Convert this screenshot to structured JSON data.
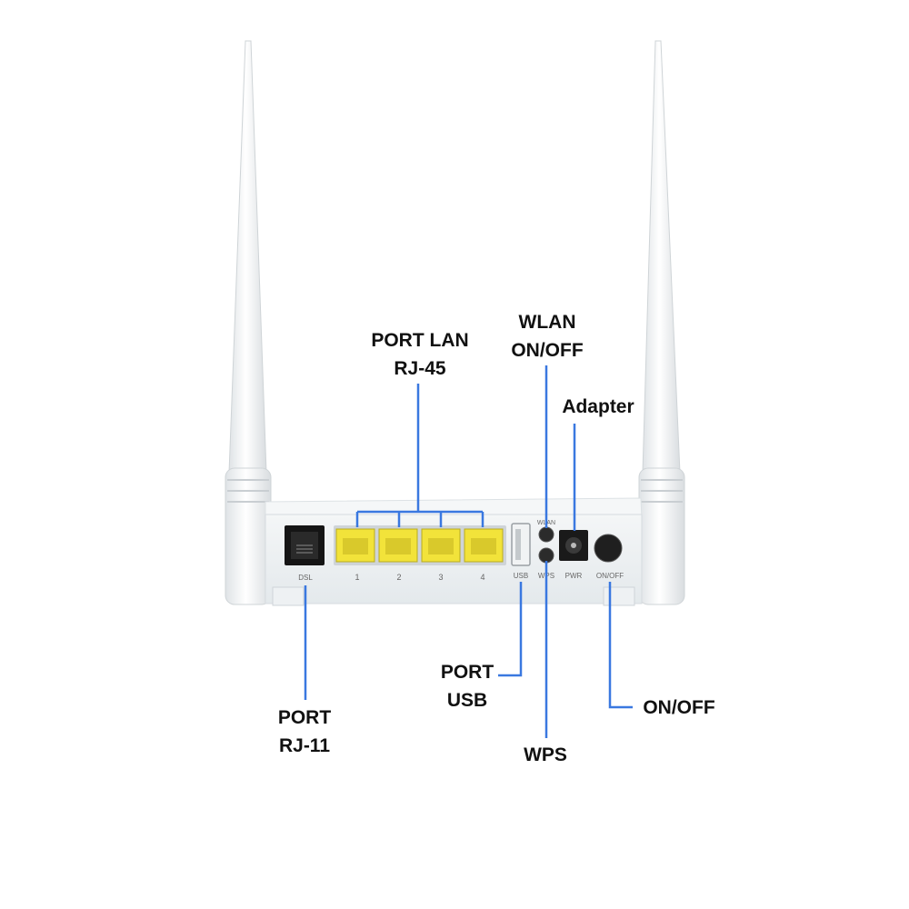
{
  "router": {
    "port_labels": {
      "dsl": "DSL",
      "lan": [
        "1",
        "2",
        "3",
        "4"
      ],
      "usb": "USB",
      "wlan": "WLAN",
      "wps": "WPS",
      "pwr": "PWR",
      "onoff": "ON/OFF"
    }
  },
  "callouts": {
    "port_lan": {
      "line1": "PORT LAN",
      "line2": "RJ-45"
    },
    "wlan": {
      "line1": "WLAN",
      "line2": "ON/OFF"
    },
    "adapter": {
      "line1": "Adapter"
    },
    "port_usb": {
      "line1": "PORT",
      "line2": "USB"
    },
    "port_rj11": {
      "line1": "PORT",
      "line2": "RJ-11"
    },
    "wps": {
      "line1": "WPS"
    },
    "onoff": {
      "line1": "ON/OFF"
    }
  },
  "colors": {
    "leader_line": "#3a78e0",
    "lan_port": "#f2e33a",
    "router_body": "#ecf0f2"
  }
}
